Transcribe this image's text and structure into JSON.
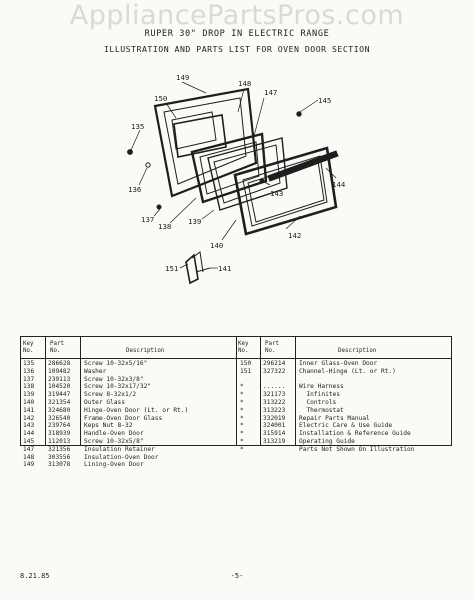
{
  "watermark": "AppliancePartsPros.com",
  "header": {
    "line1": "RUPER 30\" DROP IN ELECTRIC RANGE",
    "line2": "ILLUSTRATION AND PARTS LIST FOR OVEN DOOR SECTION"
  },
  "diagram_labels": {
    "l149": "149",
    "l150": "150",
    "l148": "148",
    "l147": "147",
    "l145": "145",
    "l135": "135",
    "l136": "136",
    "l137": "137",
    "l138": "138",
    "l139": "139",
    "l143": "143",
    "l144": "144",
    "l140": "140",
    "l142": "142",
    "l151": "151",
    "l141": "141"
  },
  "table": {
    "col_key": "Key\nNo.",
    "col_part": "Part\nNo.",
    "col_desc": "Description",
    "left_rows": [
      {
        "key": "135",
        "part": "286628",
        "desc": "Screw 10-32x5/16\""
      },
      {
        "key": "136",
        "part": "109482",
        "desc": "Washer"
      },
      {
        "key": "137",
        "part": "239113",
        "desc": "Screw 10-32x3/8\""
      },
      {
        "key": "138",
        "part": "104520",
        "desc": "Screw 10-32x17/32\""
      },
      {
        "key": "139",
        "part": "319447",
        "desc": "Screw 8-32x1/2"
      },
      {
        "key": "140",
        "part": "321354",
        "desc": "Outer Glass"
      },
      {
        "key": "141",
        "part": "324680",
        "desc": "Hinge-Oven Door (Lt. or Rt.)"
      },
      {
        "key": "142",
        "part": "326540",
        "desc": "Frame-Oven Door Glass"
      },
      {
        "key": "143",
        "part": "239764",
        "desc": "Keps Nut 8-32"
      },
      {
        "key": "144",
        "part": "318939",
        "desc": "Handle-Oven Door"
      },
      {
        "key": "145",
        "part": "112013",
        "desc": "Screw 10-32x5/8\""
      },
      {
        "key": "147",
        "part": "321356",
        "desc": "Insulation Retainer"
      },
      {
        "key": "148",
        "part": "303556",
        "desc": "Insulation-Oven Door"
      },
      {
        "key": "149",
        "part": "313078",
        "desc": "Lining-Oven Door"
      }
    ],
    "right_rows": [
      {
        "key": "150",
        "part": "296214",
        "desc": "Inner Glass-Oven Door"
      },
      {
        "key": "151",
        "part": "327322",
        "desc": "Channel-Hinge (Lt. or Rt.)"
      },
      {
        "key": "",
        "part": "",
        "desc": ""
      },
      {
        "key": "*",
        "part": "......",
        "desc": "Wire Harness"
      },
      {
        "key": "*",
        "part": "321173",
        "desc": "  Infinites"
      },
      {
        "key": "*",
        "part": "313222",
        "desc": "  Controls"
      },
      {
        "key": "*",
        "part": "313223",
        "desc": "  Thermostat"
      },
      {
        "key": "*",
        "part": "332019",
        "desc": "Repair Parts Manual"
      },
      {
        "key": "*",
        "part": "324001",
        "desc": "Electric Care & Use Guide"
      },
      {
        "key": "*",
        "part": "315914",
        "desc": "Installation & Reference Guide"
      },
      {
        "key": "*",
        "part": "313219",
        "desc": "Operating Guide"
      },
      {
        "key": "*",
        "part": "",
        "desc": "Parts Not Shown On Illustration"
      }
    ]
  },
  "footer": {
    "date": "8.21.85",
    "page": "-5-"
  }
}
